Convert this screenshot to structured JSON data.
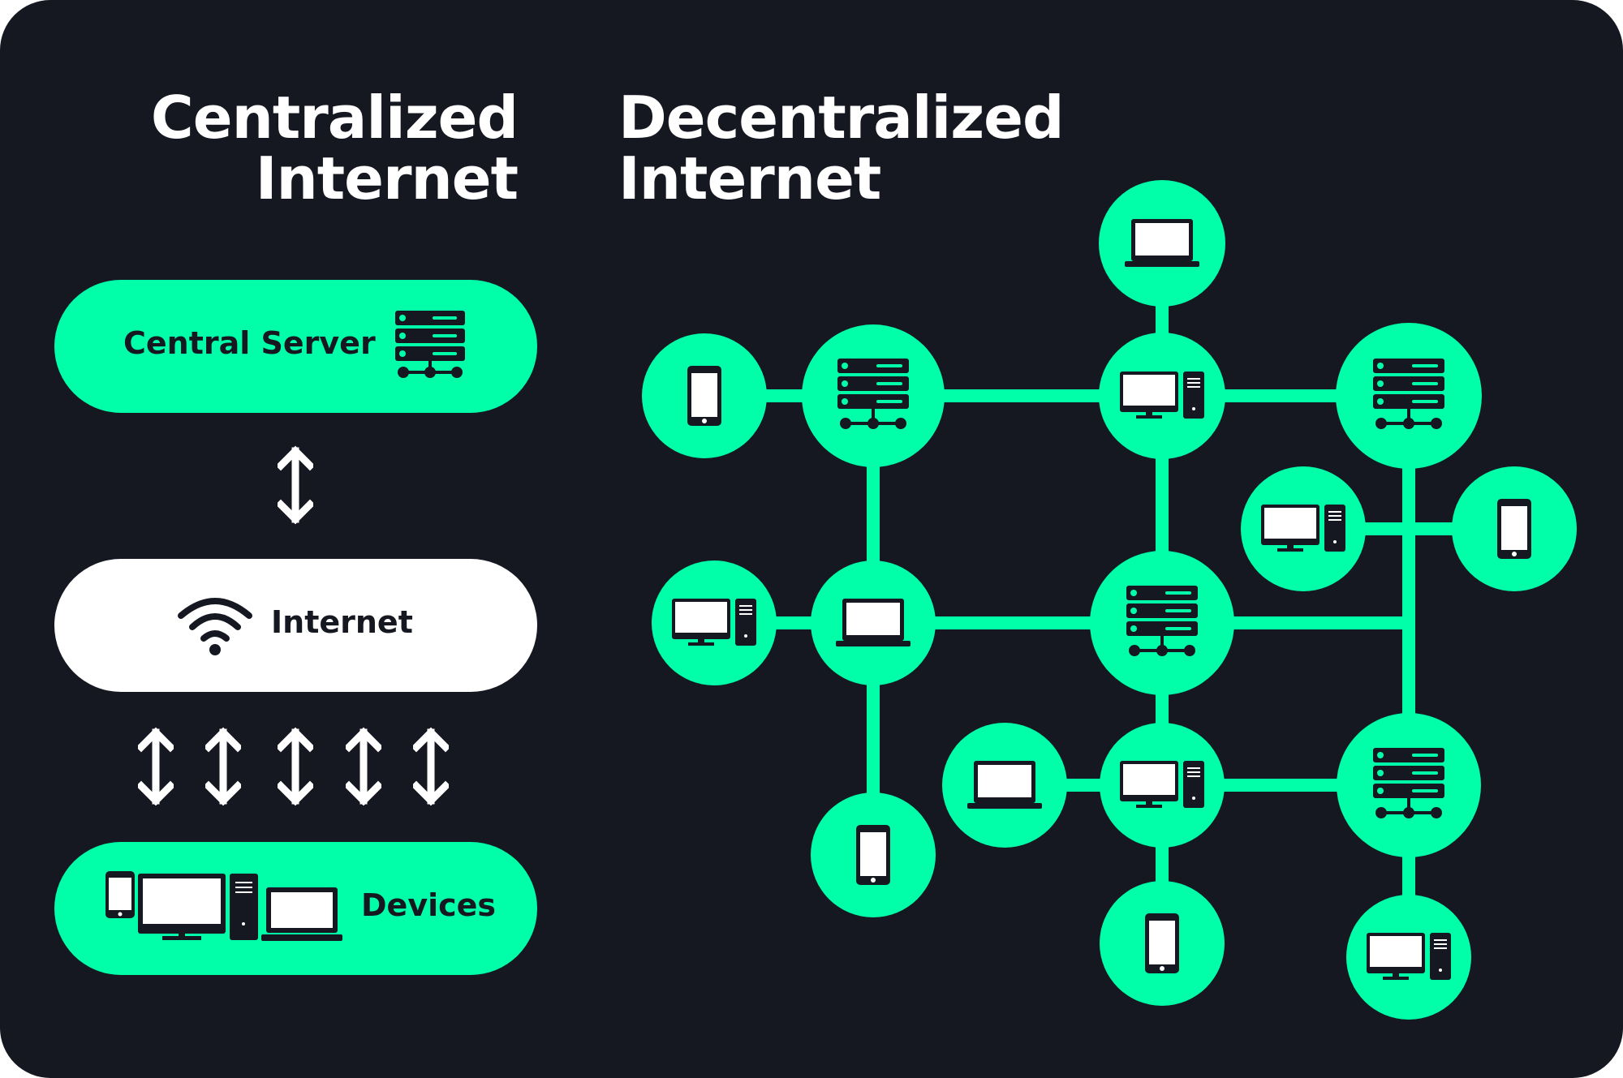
{
  "centralized": {
    "title_line1": "Centralized",
    "title_line2": "Internet",
    "server_label": "Central Server",
    "internet_label": "Internet",
    "devices_label": "Devices"
  },
  "decentralized": {
    "title_line1": "Decentralized",
    "title_line2": "Internet",
    "nodes": [
      {
        "id": "laptop-top",
        "icon": "laptop-icon"
      },
      {
        "id": "phone-left",
        "icon": "phone-icon"
      },
      {
        "id": "server-a",
        "icon": "server-icon"
      },
      {
        "id": "desktop-a",
        "icon": "desktop-icon"
      },
      {
        "id": "server-b",
        "icon": "server-icon"
      },
      {
        "id": "desktop-b",
        "icon": "desktop-icon"
      },
      {
        "id": "phone-right",
        "icon": "phone-icon"
      },
      {
        "id": "desktop-c",
        "icon": "desktop-icon"
      },
      {
        "id": "laptop-a",
        "icon": "laptop-icon"
      },
      {
        "id": "server-c",
        "icon": "server-icon"
      },
      {
        "id": "laptop-b",
        "icon": "laptop-icon"
      },
      {
        "id": "desktop-d",
        "icon": "desktop-icon"
      },
      {
        "id": "server-d",
        "icon": "server-icon"
      },
      {
        "id": "phone-a",
        "icon": "phone-icon"
      },
      {
        "id": "phone-b",
        "icon": "phone-icon"
      },
      {
        "id": "desktop-e",
        "icon": "desktop-icon"
      }
    ]
  },
  "colors": {
    "background": "#151820",
    "accent": "#00ffa8",
    "text": "#ffffff",
    "icon": "#151820"
  }
}
